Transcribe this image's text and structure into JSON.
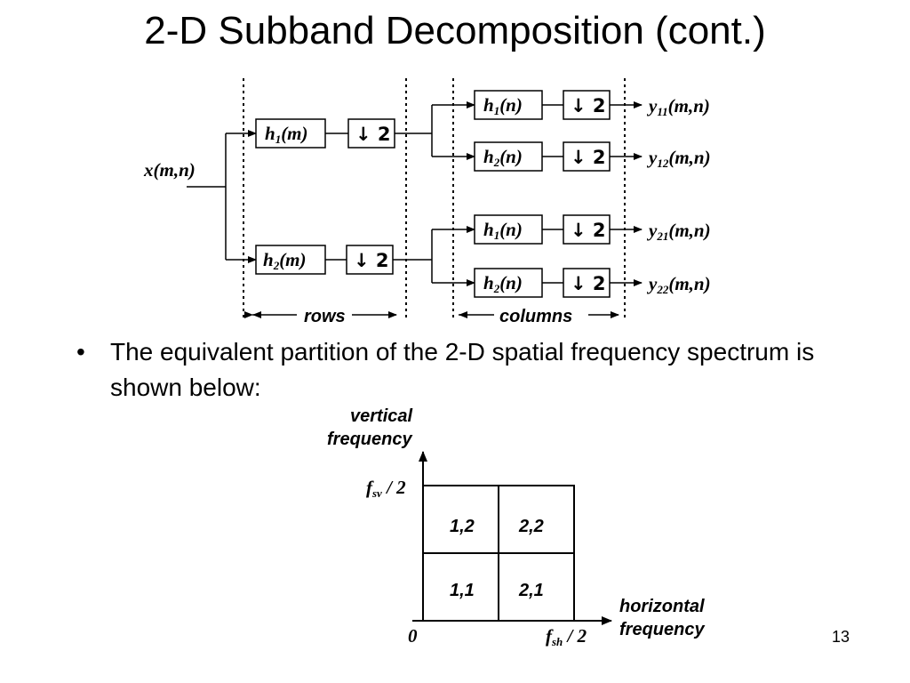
{
  "title": "2-D Subband Decomposition (cont.)",
  "diagram": {
    "input": "x(m,n)",
    "row_filters": [
      {
        "h": "h",
        "sub": "1",
        "arg": "(m)"
      },
      {
        "h": "h",
        "sub": "2",
        "arg": "(m)"
      }
    ],
    "column_filters": [
      {
        "h": "h",
        "sub": "1",
        "arg": "(n)"
      },
      {
        "h": "h",
        "sub": "2",
        "arg": "(n)"
      },
      {
        "h": "h",
        "sub": "1",
        "arg": "(n)"
      },
      {
        "h": "h",
        "sub": "2",
        "arg": "(n)"
      }
    ],
    "downsampler": "↓ 2",
    "outputs": [
      {
        "y": "y",
        "sub": "11",
        "arg": "(m,n)"
      },
      {
        "y": "y",
        "sub": "12",
        "arg": "(m,n)"
      },
      {
        "y": "y",
        "sub": "21",
        "arg": "(m,n)"
      },
      {
        "y": "y",
        "sub": "22",
        "arg": "(m,n)"
      }
    ],
    "rows_label": "rows",
    "columns_label": "columns"
  },
  "bullet": {
    "symbol": "•",
    "text": "The equivalent partition of the 2-D spatial frequency spectrum is shown below:"
  },
  "spectrum": {
    "y_axis_label_line1": "vertical",
    "y_axis_label_line2": "frequency",
    "x_axis_label_line1": "horizontal",
    "x_axis_label_line2": "frequency",
    "origin": "0",
    "fsv": {
      "f": "f",
      "sub": "sv",
      "rest": " / 2"
    },
    "fsh": {
      "f": "f",
      "sub": "sh",
      "rest": " / 2"
    },
    "cells": {
      "top_left": "1,2",
      "top_right": "2,2",
      "bottom_left": "1,1",
      "bottom_right": "2,1"
    }
  },
  "page_number": "13"
}
